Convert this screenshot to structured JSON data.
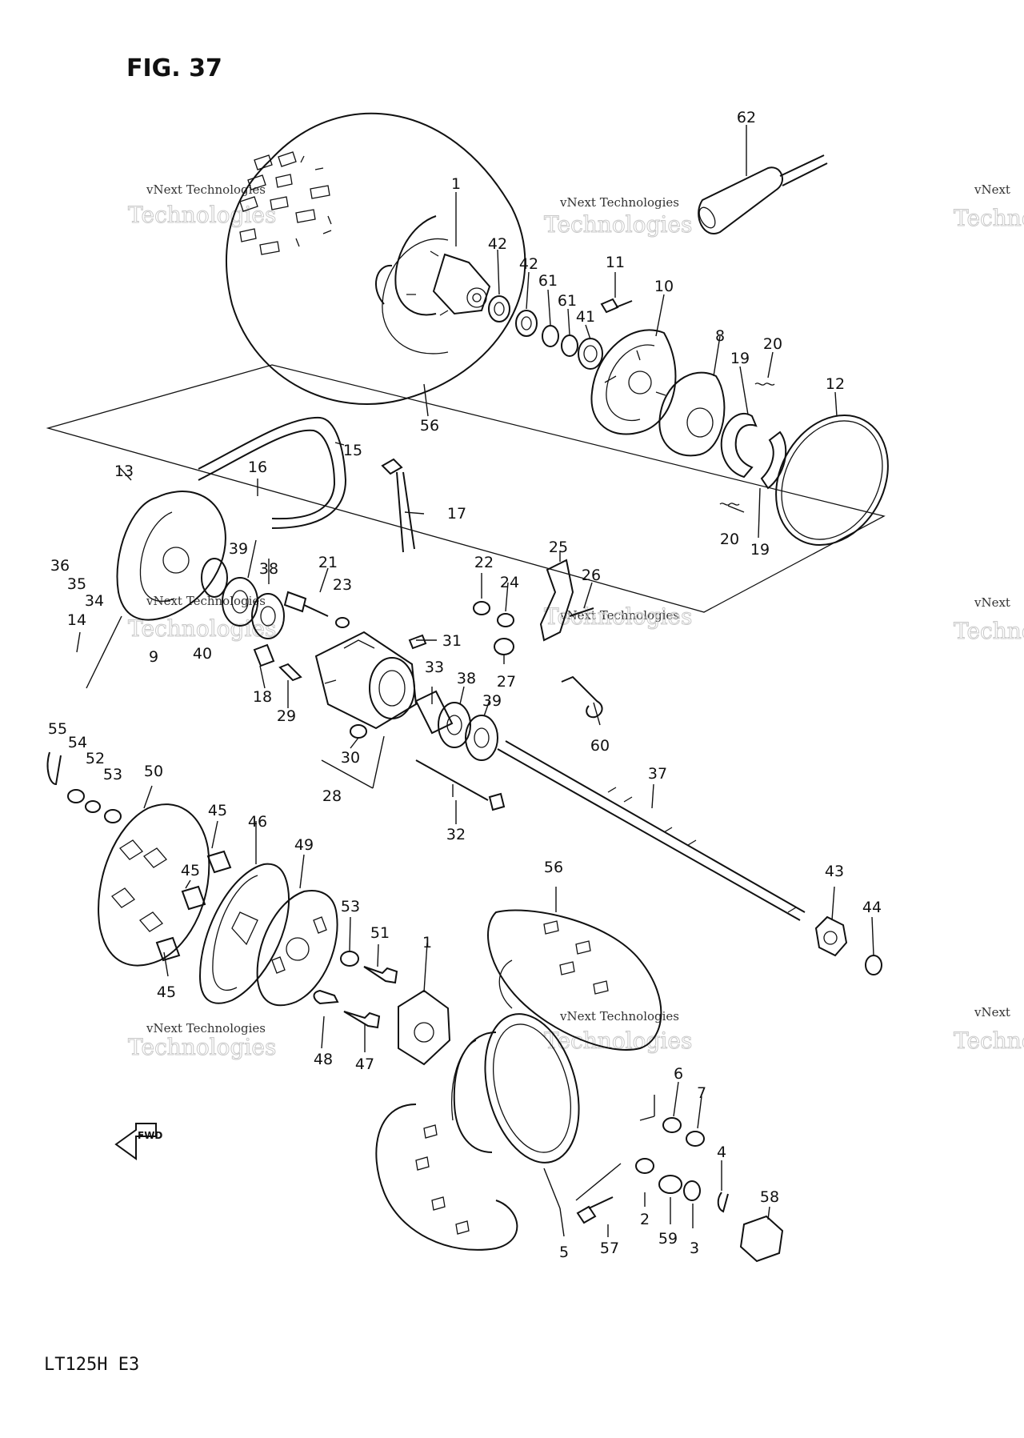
{
  "figure": {
    "title": "FIG. 37",
    "model": "LT125H  E3",
    "fwd_label": "FWD"
  },
  "watermark": {
    "small": "vNext Technologies",
    "big": "Technologies",
    "top": "vNext"
  },
  "callouts": [
    {
      "id": "c-62a",
      "text": "62"
    },
    {
      "id": "c-1a",
      "text": "1"
    },
    {
      "id": "c-42a",
      "text": "42"
    },
    {
      "id": "c-42b",
      "text": "42"
    },
    {
      "id": "c-61a",
      "text": "61"
    },
    {
      "id": "c-61b",
      "text": "61"
    },
    {
      "id": "c-41",
      "text": "41"
    },
    {
      "id": "c-11",
      "text": "11"
    },
    {
      "id": "c-10",
      "text": "10"
    },
    {
      "id": "c-8",
      "text": "8"
    },
    {
      "id": "c-19a",
      "text": "19"
    },
    {
      "id": "c-20a",
      "text": "20"
    },
    {
      "id": "c-12",
      "text": "12"
    },
    {
      "id": "c-56a",
      "text": "56"
    },
    {
      "id": "c-15",
      "text": "15"
    },
    {
      "id": "c-13",
      "text": "13"
    },
    {
      "id": "c-16",
      "text": "16"
    },
    {
      "id": "c-17",
      "text": "17"
    },
    {
      "id": "c-20b",
      "text": "20"
    },
    {
      "id": "c-19b",
      "text": "19"
    },
    {
      "id": "c-36",
      "text": "36"
    },
    {
      "id": "c-35",
      "text": "35"
    },
    {
      "id": "c-34",
      "text": "34"
    },
    {
      "id": "c-39a",
      "text": "39"
    },
    {
      "id": "c-38a",
      "text": "38"
    },
    {
      "id": "c-21",
      "text": "21"
    },
    {
      "id": "c-23",
      "text": "23"
    },
    {
      "id": "c-22",
      "text": "22"
    },
    {
      "id": "c-24",
      "text": "24"
    },
    {
      "id": "c-25",
      "text": "25"
    },
    {
      "id": "c-26",
      "text": "26"
    },
    {
      "id": "c-14",
      "text": "14"
    },
    {
      "id": "c-9",
      "text": "9"
    },
    {
      "id": "c-40",
      "text": "40"
    },
    {
      "id": "c-31",
      "text": "31"
    },
    {
      "id": "c-27",
      "text": "27"
    },
    {
      "id": "c-33",
      "text": "33"
    },
    {
      "id": "c-38b",
      "text": "38"
    },
    {
      "id": "c-39b",
      "text": "39"
    },
    {
      "id": "c-18",
      "text": "18"
    },
    {
      "id": "c-29",
      "text": "29"
    },
    {
      "id": "c-30",
      "text": "30"
    },
    {
      "id": "c-60",
      "text": "60"
    },
    {
      "id": "c-55",
      "text": "55"
    },
    {
      "id": "c-54",
      "text": "54"
    },
    {
      "id": "c-52",
      "text": "52"
    },
    {
      "id": "c-53a",
      "text": "53"
    },
    {
      "id": "c-50",
      "text": "50"
    },
    {
      "id": "c-28",
      "text": "28"
    },
    {
      "id": "c-37",
      "text": "37"
    },
    {
      "id": "c-32",
      "text": "32"
    },
    {
      "id": "c-45a",
      "text": "45"
    },
    {
      "id": "c-46",
      "text": "46"
    },
    {
      "id": "c-49",
      "text": "49"
    },
    {
      "id": "c-45b",
      "text": "45"
    },
    {
      "id": "c-56b",
      "text": "56"
    },
    {
      "id": "c-43",
      "text": "43"
    },
    {
      "id": "c-44",
      "text": "44"
    },
    {
      "id": "c-53b",
      "text": "53"
    },
    {
      "id": "c-51",
      "text": "51"
    },
    {
      "id": "c-1b",
      "text": "1"
    },
    {
      "id": "c-45c",
      "text": "45"
    },
    {
      "id": "c-48",
      "text": "48"
    },
    {
      "id": "c-47",
      "text": "47"
    },
    {
      "id": "c-6",
      "text": "6"
    },
    {
      "id": "c-7",
      "text": "7"
    },
    {
      "id": "c-4",
      "text": "4"
    },
    {
      "id": "c-58",
      "text": "58"
    },
    {
      "id": "c-2",
      "text": "2"
    },
    {
      "id": "c-59",
      "text": "59"
    },
    {
      "id": "c-3",
      "text": "3"
    },
    {
      "id": "c-57",
      "text": "57"
    },
    {
      "id": "c-5",
      "text": "5"
    }
  ]
}
